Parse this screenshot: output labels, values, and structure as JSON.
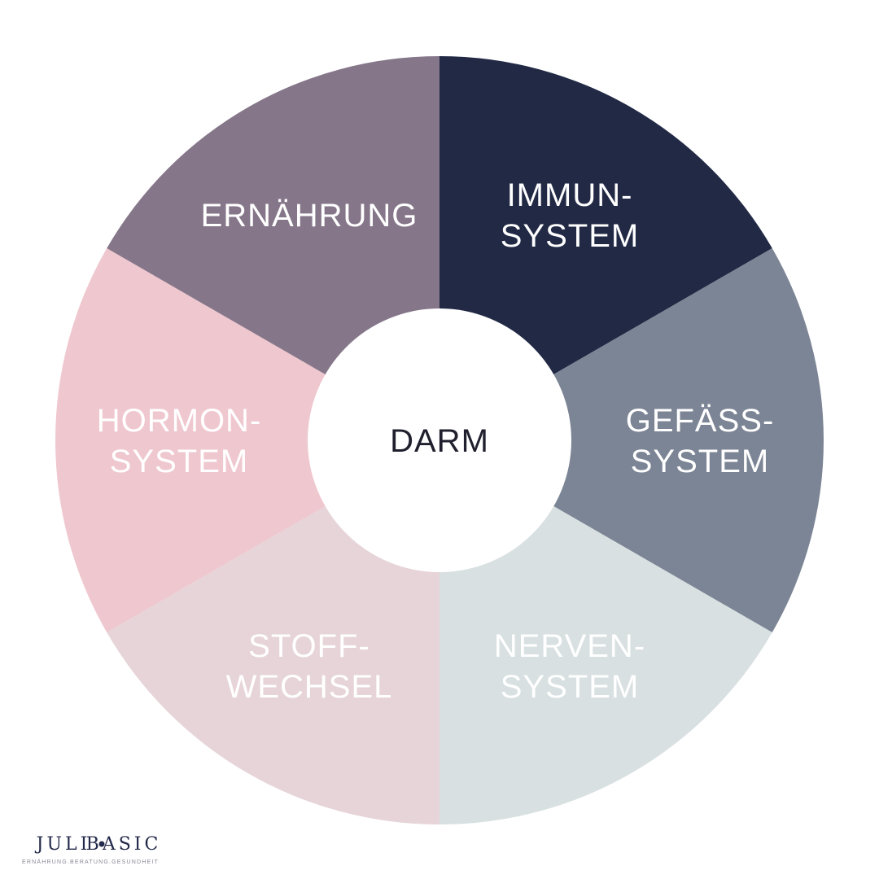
{
  "center_label": "DARM",
  "segments": [
    {
      "lines": [
        "IMMUN-",
        "SYSTEM"
      ],
      "color": "#212945"
    },
    {
      "lines": [
        "GEFÄSS-",
        "SYSTEM"
      ],
      "color": "#7c8595"
    },
    {
      "lines": [
        "NERVEN-",
        "SYSTEM"
      ],
      "color": "#d8e0e1"
    },
    {
      "lines": [
        "STOFF-",
        "WECHSEL"
      ],
      "color": "#e6d4d9"
    },
    {
      "lines": [
        "HORMON-",
        "SYSTEM"
      ],
      "color": "#efc7cf"
    },
    {
      "lines": [
        "ERNÄHRUNG"
      ],
      "color": "#857689"
    }
  ],
  "center_color": "#ffffff",
  "logo": {
    "left": "JULI",
    "right": "BASIC",
    "tagline": "ERNÄHRUNG.BERATUNG.GESUNDHEIT",
    "color": "#23294a"
  }
}
